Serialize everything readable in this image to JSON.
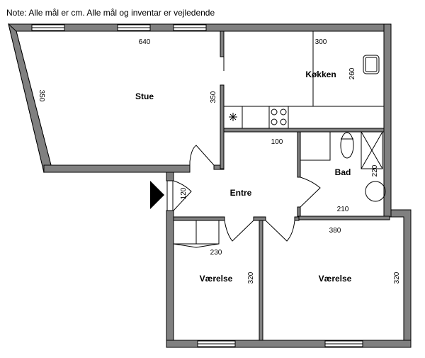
{
  "note": "Note: Alle mål er cm. Alle mål og inventar er vejledende",
  "rooms": {
    "stue": {
      "label": "Stue",
      "width": "640",
      "depth": "350",
      "side": "350"
    },
    "kokken": {
      "label": "Køkken",
      "width": "300",
      "depth": "260"
    },
    "entre": {
      "label": "Entre",
      "width": "100",
      "depth": "120"
    },
    "bad": {
      "label": "Bad",
      "width": "210",
      "depth": "220"
    },
    "vaerelse1": {
      "label": "Værelse",
      "width": "230",
      "depth": "320"
    },
    "vaerelse2": {
      "label": "Værelse",
      "width": "380",
      "depth": "320"
    }
  }
}
